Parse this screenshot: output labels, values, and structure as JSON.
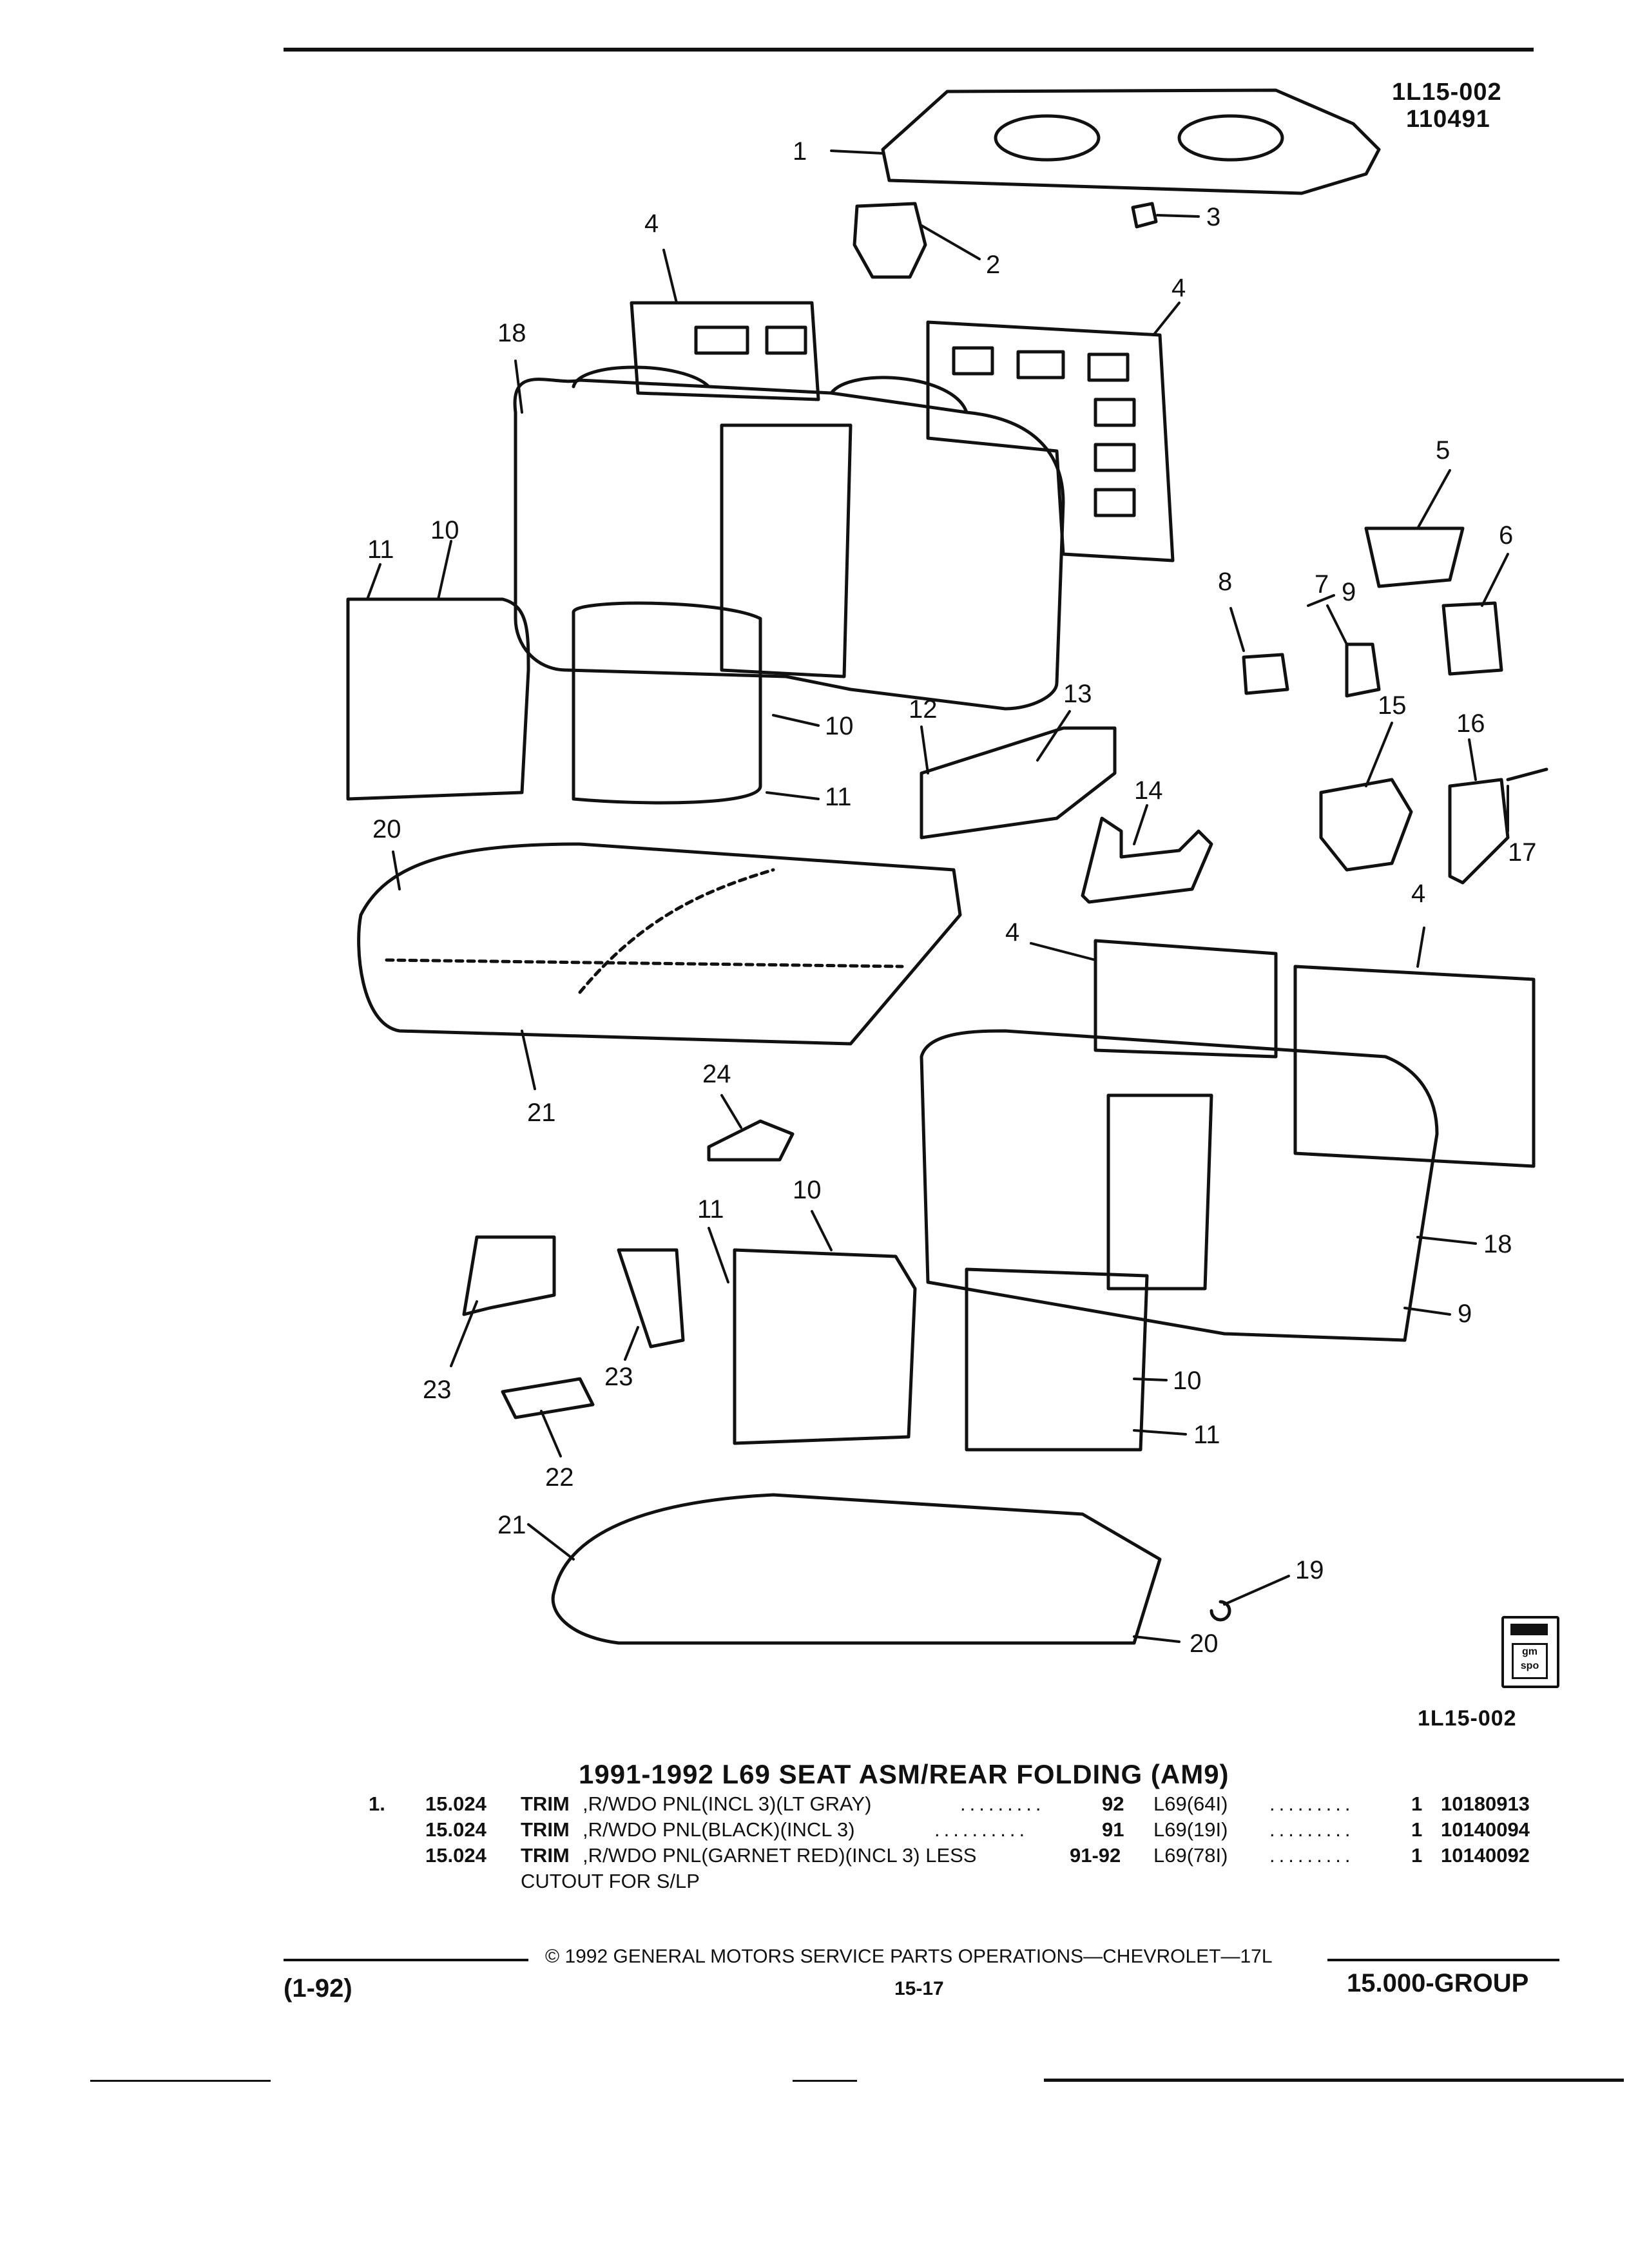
{
  "header": {
    "illustration_code": "1L15-002",
    "illustration_date": "110491"
  },
  "diagram": {
    "callouts": [
      "1",
      "2",
      "3",
      "4",
      "4",
      "18",
      "5",
      "6",
      "11",
      "10",
      "9",
      "8",
      "7",
      "10",
      "13",
      "11",
      "12",
      "15",
      "16",
      "17",
      "14",
      "20",
      "4",
      "4",
      "21",
      "24",
      "10",
      "11",
      "18",
      "9",
      "23",
      "23",
      "22",
      "10",
      "11",
      "21",
      "19",
      "20"
    ]
  },
  "badge": {
    "text": "gm spo"
  },
  "figure_code": "1L15-002",
  "parts": {
    "title": "1991-1992 L69 SEAT ASM/REAR FOLDING (AM9)",
    "rows": [
      {
        "item": "1.",
        "group": "15.024",
        "name": "TRIM",
        "desc": ",R/WDO PNL(INCL 3)(LT GRAY)",
        "dots1": ".........",
        "years": "92",
        "model": "L69(64I)",
        "dots2": ".........",
        "qty": "1",
        "part": "10180913"
      },
      {
        "item": "",
        "group": "15.024",
        "name": "TRIM",
        "desc": ",R/WDO PNL(BLACK)(INCL 3)",
        "dots1": "..........",
        "years": "91",
        "model": "L69(19I)",
        "dots2": ".........",
        "qty": "1",
        "part": "10140094"
      },
      {
        "item": "",
        "group": "15.024",
        "name": "TRIM",
        "desc": ",R/WDO PNL(GARNET RED)(INCL 3) LESS",
        "dots1": "",
        "years": "91-92",
        "model": "L69(78I)",
        "dots2": ".........",
        "qty": "1",
        "part": "10140092"
      }
    ],
    "continuation": "CUTOUT FOR S/LP"
  },
  "footer": {
    "copyright": "© 1992 GENERAL MOTORS SERVICE PARTS OPERATIONS—CHEVROLET—17L",
    "revision": "(1-92)",
    "page": "15-17",
    "group": "15.000-GROUP"
  }
}
